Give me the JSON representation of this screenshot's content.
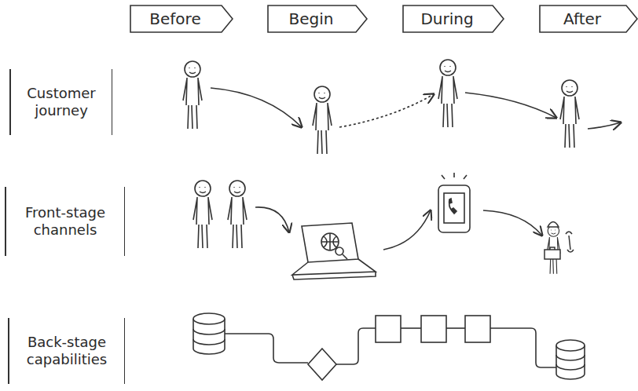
{
  "diagram": {
    "nodes": [
      {
        "text": [
          "Before"
        ]
      },
      {
        "text": [
          "Begin"
        ]
      },
      {
        "text": [
          "During"
        ]
      },
      {
        "text": [
          "After"
        ]
      },
      {
        "text": [
          "Customer journey"
        ]
      },
      {
        "text": [
          "Front-stage channels"
        ]
      },
      {
        "text": [
          "Back-stage capabilities"
        ]
      }
    ]
  }
}
